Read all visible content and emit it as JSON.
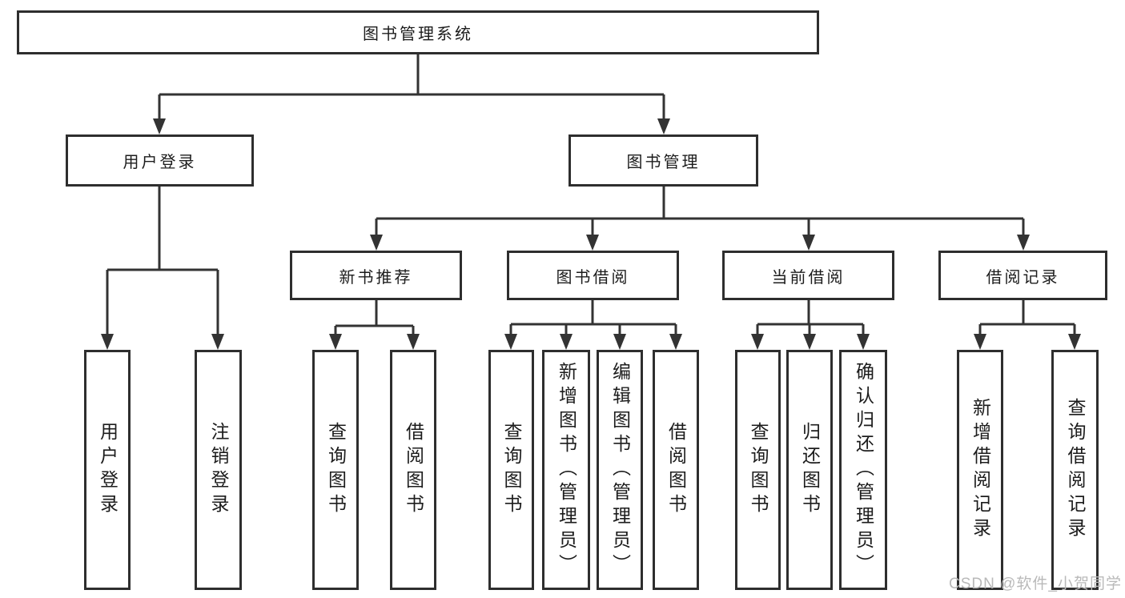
{
  "diagram": {
    "root_label": "图书管理系统",
    "level2": {
      "user_login": "用户登录",
      "book_mgmt": "图书管理"
    },
    "level3": {
      "new_books": "新书推荐",
      "book_borrow": "图书借阅",
      "current_borrow": "当前借阅",
      "borrow_record": "借阅记录"
    },
    "leaves": {
      "user_login": [
        "用户登录",
        "注销登录"
      ],
      "new_books": [
        "查询图书",
        "借阅图书"
      ],
      "book_borrow": [
        "查询图书",
        "新增图书（管理员）",
        "编辑图书（管理员）",
        "借阅图书"
      ],
      "current_borrow": [
        "查询图书",
        "归还图书",
        "确认归还（管理员）"
      ],
      "borrow_record": [
        "新增借阅记录",
        "查询借阅记录"
      ]
    }
  },
  "watermark": {
    "text": "CSDN @软件_小贺同学"
  },
  "colors": {
    "line": "#333333",
    "box_border": "#2e2e2e",
    "text": "#1c1c1c",
    "background": "#ffffff",
    "watermark": "#b9b9b9"
  }
}
